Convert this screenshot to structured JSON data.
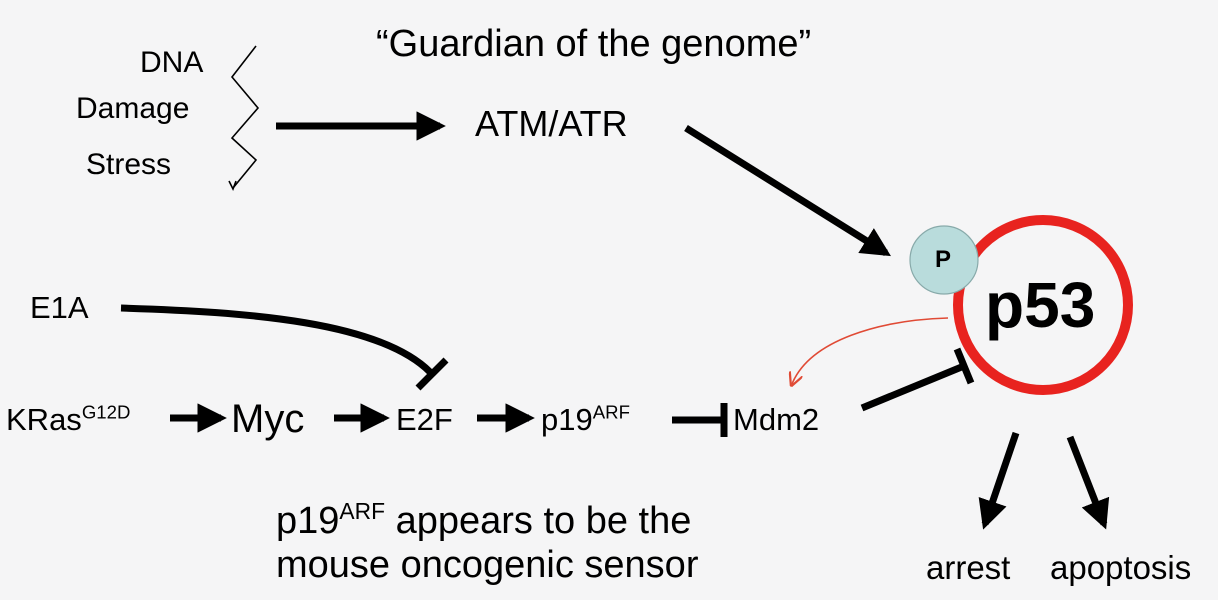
{
  "title": "“Guardian of the genome”",
  "stress_labels": [
    "DNA",
    "Damage",
    "Stress"
  ],
  "nodes": {
    "atm_atr": "ATM/ATR",
    "e1a": "E1A",
    "kras": {
      "base": "KRas",
      "sup": "G12D"
    },
    "myc": "Myc",
    "e2f": "E2F",
    "p19": {
      "base": "p19",
      "sup": "ARF"
    },
    "mdm2": "Mdm2",
    "p53": "p53",
    "phospho": "P",
    "arrest": "arrest",
    "apoptosis": "apoptosis"
  },
  "note": {
    "line1_base": "p19",
    "line1_sup": "ARF",
    "line1_rest": " appears to be the",
    "line2": "mouse oncogenic sensor"
  },
  "colors": {
    "background": "#f5f5f6",
    "p53_ring": "#e8231f",
    "phospho_fill": "#b9dcdc",
    "feedback_arrow": "#e04a35",
    "text": "#000000"
  }
}
